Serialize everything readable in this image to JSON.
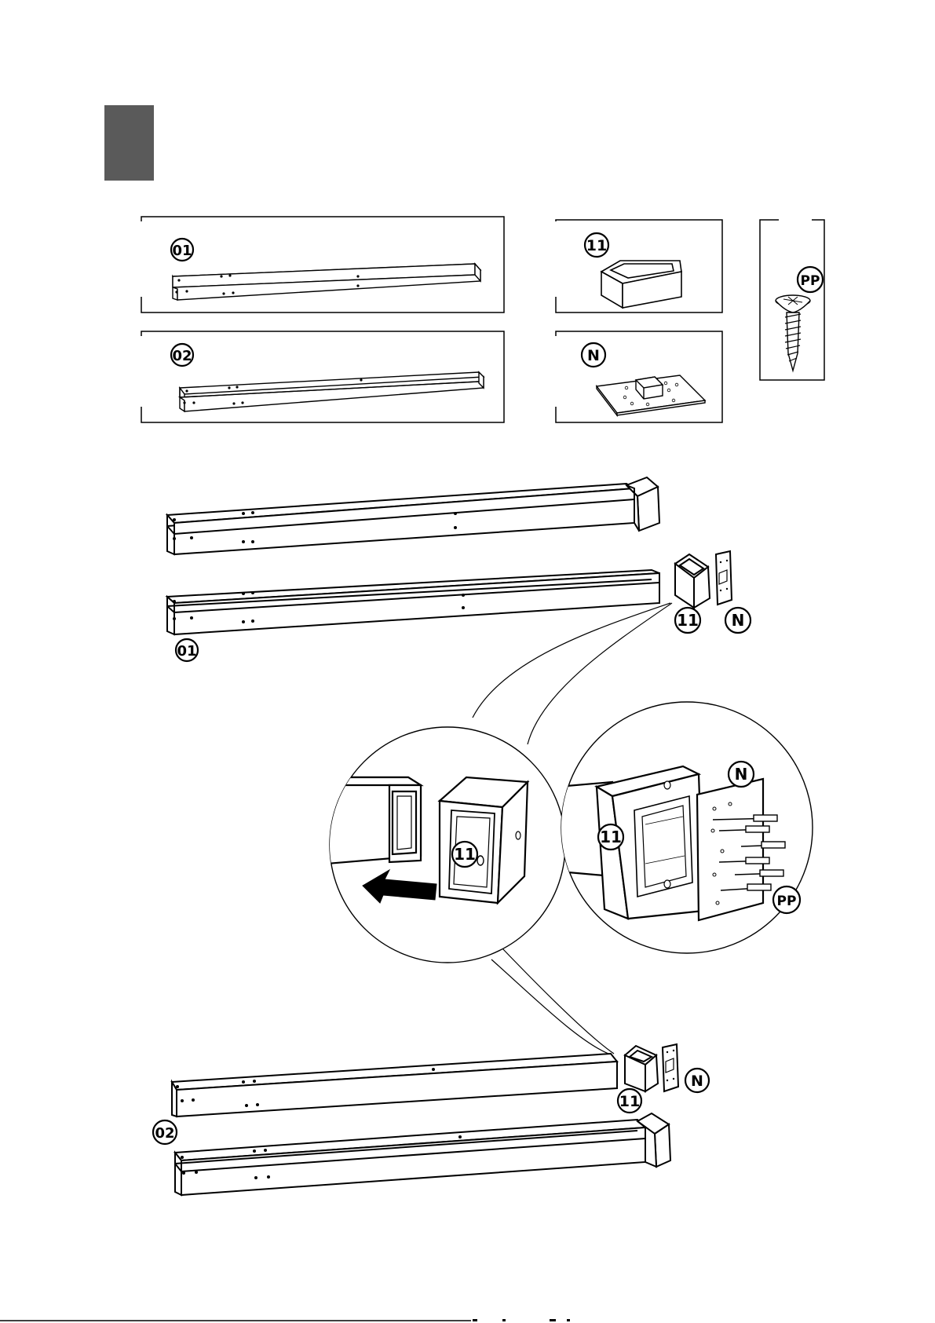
{
  "step_marker": {
    "color": "#5a5a5a"
  },
  "labels": {
    "part_01": "01",
    "part_02": "02",
    "part_11": "11",
    "part_n": "N",
    "part_pp": "PP"
  },
  "arrow_icon": "push-direction-arrow-icon"
}
